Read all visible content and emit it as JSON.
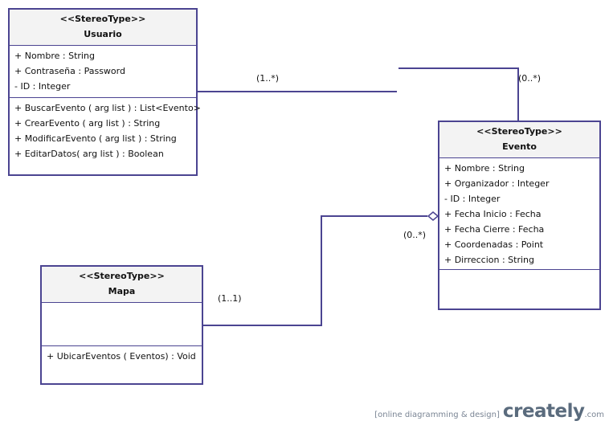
{
  "classes": {
    "usuario": {
      "stereotype": "<<StereoType>>",
      "name": "Usuario",
      "attributes": [
        "+ Nombre : String",
        "+ Contraseña : Password",
        "- ID : Integer"
      ],
      "operations": [
        "+ BuscarEvento ( arg list ) : List<Evento>",
        "+ CrearEvento ( arg list ) : String",
        "+ ModificarEvento ( arg list ) : String",
        "+ EditarDatos( arg list ) : Boolean"
      ]
    },
    "evento": {
      "stereotype": "<<StereoType>>",
      "name": "Evento",
      "attributes": [
        "+ Nombre : String",
        "+ Organizador : Integer",
        "- ID : Integer",
        "+ Fecha Inicio : Fecha",
        "+ Fecha Cierre : Fecha",
        "+ Coordenadas : Point",
        "+ Dirreccion : String"
      ],
      "operations": []
    },
    "mapa": {
      "stereotype": "<<StereoType>>",
      "name": "Mapa",
      "attributes": [],
      "operations": [
        "+ UbicarEventos ( Eventos) : Void"
      ]
    }
  },
  "associations": {
    "usuario_evento": {
      "source_mult": "(1..*)",
      "target_mult": "(0..*)"
    },
    "mapa_evento": {
      "source_mult": "(1..1)",
      "target_mult": "(0..*)"
    }
  },
  "colors": {
    "line": "#4b4491",
    "header_bg": "#f3f3f3"
  },
  "branding": {
    "tag": "[online diagramming & design]",
    "name": "creately",
    "suffix": ".com"
  }
}
